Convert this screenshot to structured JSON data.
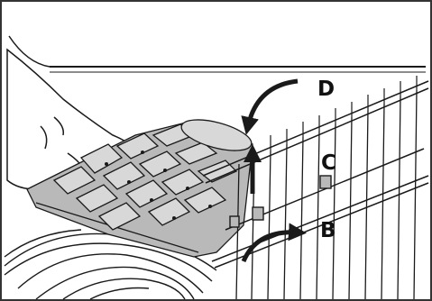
{
  "callouts": {
    "d": "D",
    "c": "C",
    "b": "B"
  },
  "colors": {
    "line": "#1a1a1a",
    "frame": "#333333",
    "tray_shade": "#b9b9b9",
    "tray_light": "#d8d8d8",
    "background": "#ffffff"
  }
}
